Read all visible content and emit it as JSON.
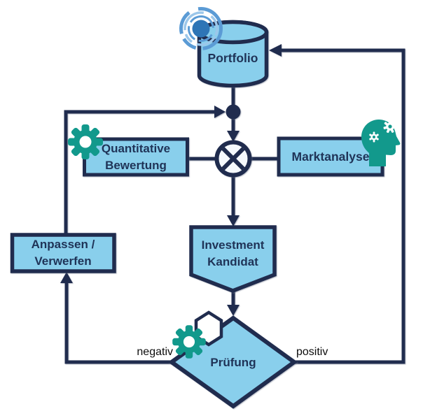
{
  "colors": {
    "node-fill": "#89cfec",
    "line-navy": "#202c4e",
    "text-navy": "#1f3357",
    "teal": "#12998c",
    "ring-blue": "#5b9bd5",
    "ring-blue-light": "#9cc7ea",
    "center-dot-blue": "#2e75b6",
    "junction-fill": "#f5f9fd",
    "branch-label": "#0c0c0c"
  },
  "nodes": {
    "portfolio": {
      "label": "Portfolio",
      "shape": "cylinder"
    },
    "quantitative_bewertung": {
      "line1": "Quantitative",
      "line2": "Bewertung",
      "shape": "rect"
    },
    "marktanalyse": {
      "label": "Marktanalyse",
      "shape": "rect"
    },
    "investment_kandidat": {
      "line1": "Investment",
      "line2": "Kandidat",
      "shape": "pentagon-down"
    },
    "anpassen_verwerfen": {
      "line1": "Anpassen /",
      "line2": "Verwerfen",
      "shape": "rect"
    },
    "pruefung": {
      "label": "Prüfung",
      "shape": "diamond"
    }
  },
  "edge_labels": {
    "negativ": "negativ",
    "positiv": "positiv"
  },
  "icons": {
    "portfolio": "target-icon",
    "quantitative_bewertung": "gear-icon",
    "marktanalyse": "head-gears-icon",
    "pruefung": "hexagon-gear-icon"
  }
}
